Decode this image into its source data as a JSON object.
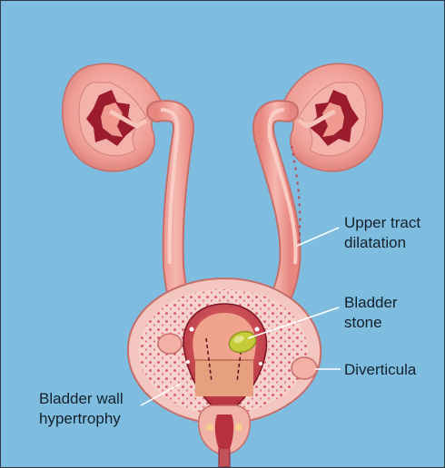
{
  "labels": {
    "upper_tract_dilatation": "Upper tract\ndilatation",
    "bladder_stone": "Bladder\nstone",
    "diverticula": "Diverticula",
    "bladder_wall_hypertrophy": "Bladder wall\nhypertrophy"
  },
  "colors": {
    "background": "#7fbde0",
    "tissue": "#f0a8a0",
    "tissue_dark": "#c8605c",
    "tissue_deep": "#8a1a2a",
    "wall": "#f6d2cc",
    "wall_dots": "#d8506a",
    "stone": "#c6cc38",
    "urine": "#e6a080",
    "leader_line": "#ffffff"
  }
}
